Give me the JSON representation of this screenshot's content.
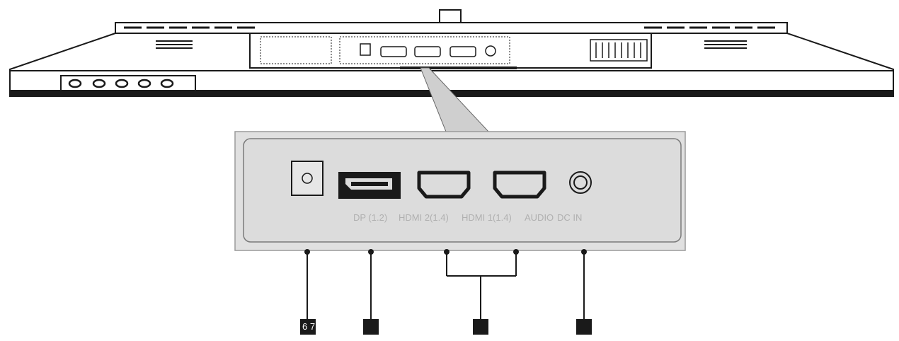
{
  "port_labels": {
    "dp": "DP (1.2)",
    "hdmi2": "HDMI 2(1.4)",
    "hdmi1": "HDMI 1(1.4)",
    "audio": "AUDIO",
    "dc_in": "DC IN"
  },
  "callouts": [
    "6 7",
    "",
    "",
    ""
  ],
  "colors": {
    "outline": "#1a1a1a",
    "panel_fill": "#e0e0e0",
    "panel_inner": "#dcdcdc",
    "label_text": "#b0b0b0"
  }
}
